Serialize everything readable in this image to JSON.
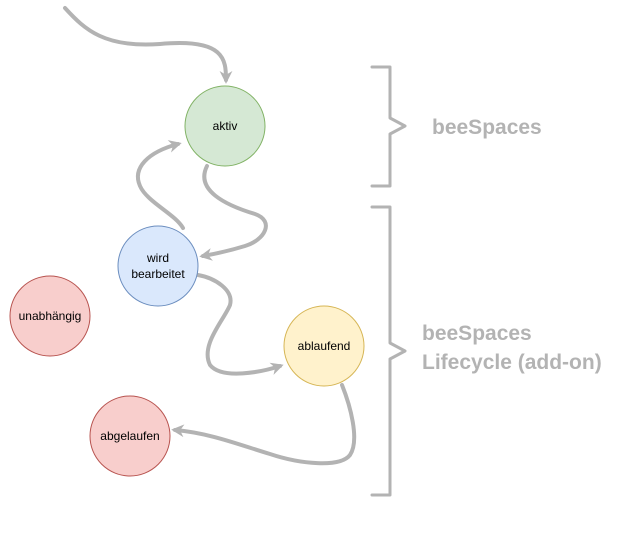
{
  "diagram": {
    "nodes": {
      "aktiv": {
        "label": "aktiv",
        "fill": "#d5e8d4",
        "stroke": "#82b366"
      },
      "bearbeitet": {
        "label_line1": "wird",
        "label_line2": "bearbeitet",
        "fill": "#dae8fc",
        "stroke": "#6c8ebf"
      },
      "unabhaengig": {
        "label": "unabhängig",
        "fill": "#f8cecc",
        "stroke": "#b85450"
      },
      "ablaufend": {
        "label": "ablaufend",
        "fill": "#fff2cc",
        "stroke": "#d6b656"
      },
      "abgelaufen": {
        "label": "abgelaufen",
        "fill": "#f8cecc",
        "stroke": "#b85450"
      }
    },
    "groups": {
      "core": {
        "label": "beeSpaces"
      },
      "lifecycle": {
        "label_line1": "beeSpaces",
        "label_line2": "Lifecycle (add-on)"
      }
    },
    "edges": [
      {
        "from": "start",
        "to": "aktiv"
      },
      {
        "from": "bearbeitet",
        "to": "aktiv"
      },
      {
        "from": "aktiv",
        "to": "bearbeitet"
      },
      {
        "from": "bearbeitet",
        "to": "ablaufend"
      },
      {
        "from": "ablaufend",
        "to": "abgelaufen"
      }
    ],
    "colors": {
      "edge": "#b3b3b3",
      "group_text": "#b3b3b3"
    }
  }
}
